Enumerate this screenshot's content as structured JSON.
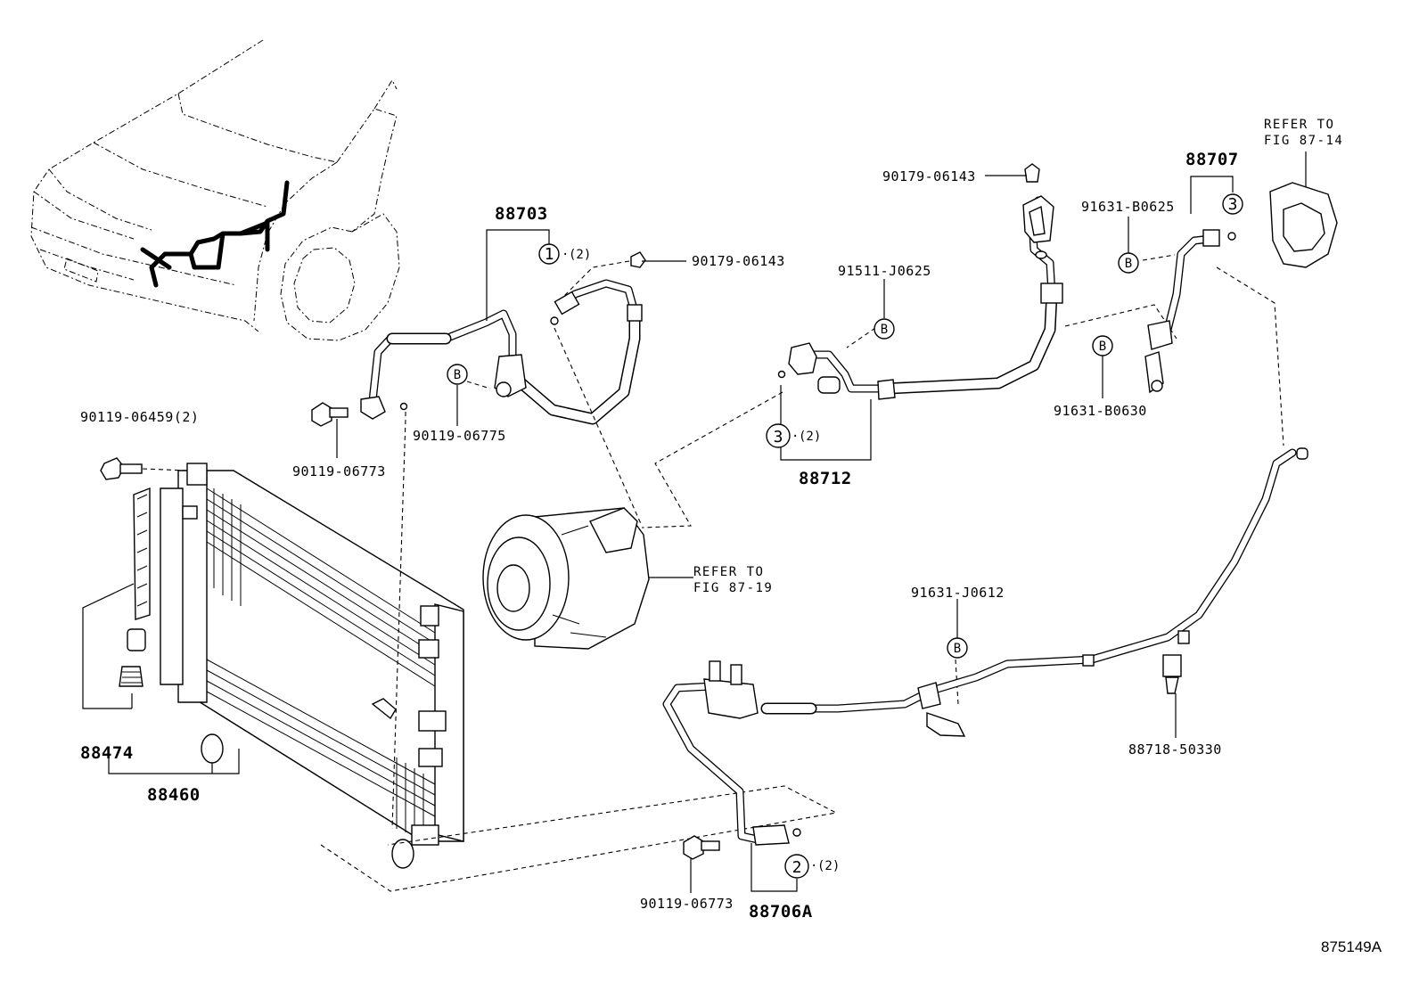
{
  "figure_id": "875149A",
  "parts": {
    "p88703": "88703",
    "p88712": "88712",
    "p88707": "88707",
    "p88474": "88474",
    "p88460": "88460",
    "p88706A": "88706A",
    "p90179_06143_a": "90179-06143",
    "p90179_06143_b": "90179-06143",
    "p91511_J0625": "91511-J0625",
    "p91631_B0625": "91631-B0625",
    "p91631_B0630": "91631-B0630",
    "p90119_06459": "90119-06459(2)",
    "p90119_06773_a": "90119-06773",
    "p90119_06773_b": "90119-06773",
    "p90119_06775": "90119-06775",
    "p91631_J0612": "91631-J0612",
    "p88718_50330": "88718-50330"
  },
  "refs": {
    "ref_87_14_line1": "REFER TO",
    "ref_87_14_line2": "FIG 87-14",
    "ref_87_19_line1": "REFER TO",
    "ref_87_19_line2": "FIG 87-19"
  },
  "callouts": {
    "c1": "1",
    "c2": "2",
    "c3a": "3",
    "c3b": "3",
    "b": "B",
    "qty2": "(2)"
  }
}
